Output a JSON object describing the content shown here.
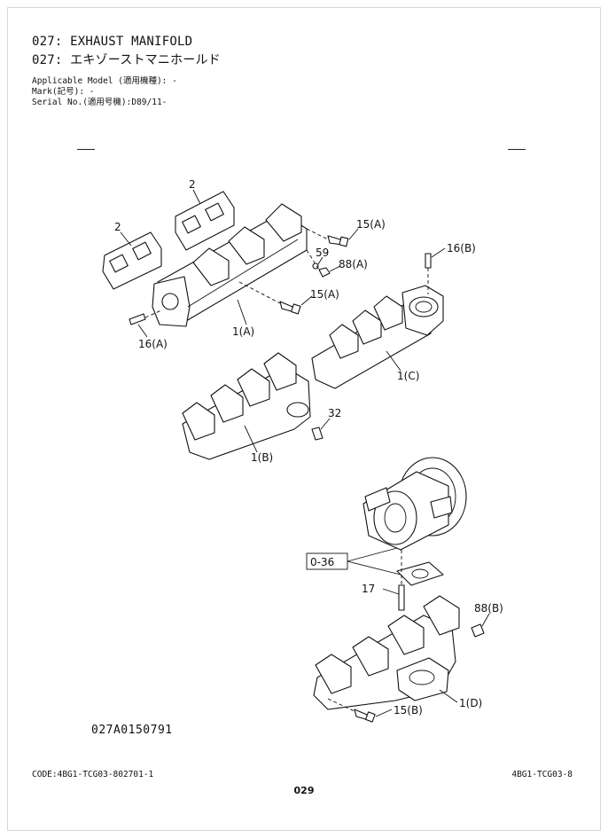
{
  "header": {
    "title_en": "027: EXHAUST MANIFOLD",
    "title_jp": "027: エキゾーストマニホールド",
    "applicable_model": "Applicable Model (適用機種): -",
    "mark": "Mark(記号): -",
    "serial_no": "Serial No.(適用号機):D89/11-"
  },
  "callouts": {
    "c2a": "2",
    "c2b": "2",
    "c15a_top": "15(A)",
    "c15a_mid": "15(A)",
    "c59": "59",
    "c88a": "88(A)",
    "c16a": "16(A)",
    "c1a": "1(A)",
    "c16b": "16(B)",
    "c1c": "1(C)",
    "c32": "32",
    "c1b": "1(B)",
    "c036": "0-36",
    "c17": "17",
    "c88b": "88(B)",
    "c15b": "15(B)",
    "c1d": "1(D)"
  },
  "figure_code": "027A0150791",
  "footer": {
    "code": "CODE:4BG1-TCG03-802701-1",
    "page": "029",
    "ref": "4BG1-TCG03-8"
  }
}
